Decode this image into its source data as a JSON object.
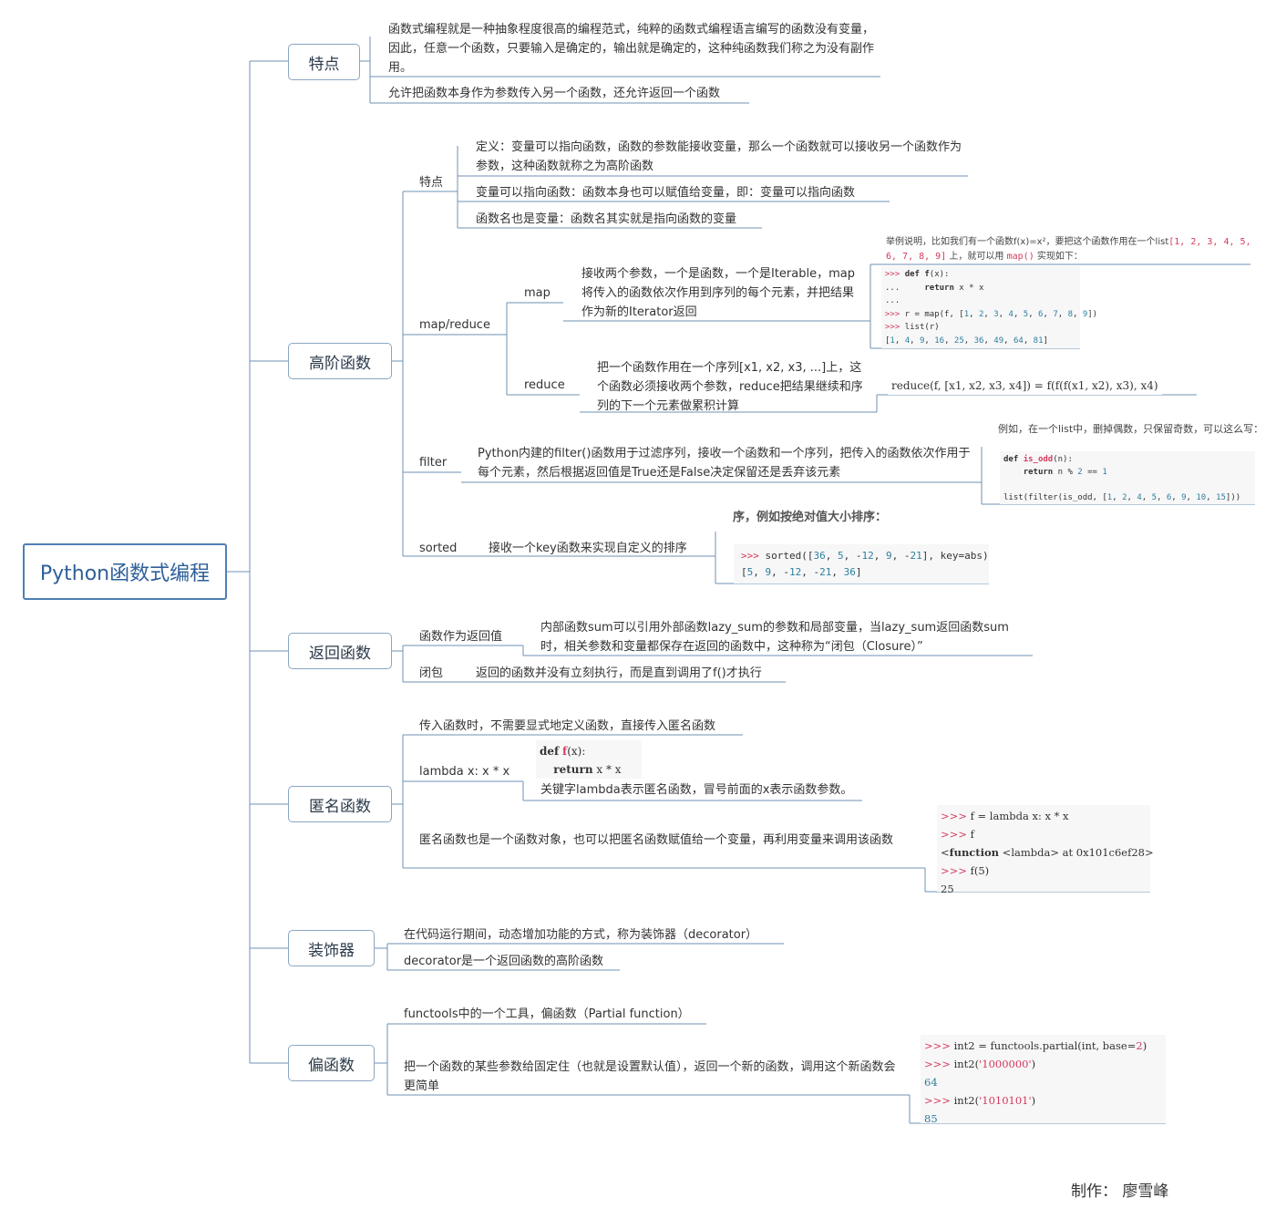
{
  "root": {
    "label": "Python函数式编程"
  },
  "tezheng": {
    "label": "特点",
    "items": [
      "函数式编程就是一种抽象程度很高的编程范式，纯粹的函数式编程语言编写的函数没有变量，因此，任意一个函数，只要输入是确定的，输出就是确定的，这种纯函数我们称之为没有副作用。",
      "允许把函数本身作为参数传入另一个函数，还允许返回一个函数"
    ]
  },
  "gaojie": {
    "label": "高阶函数",
    "tezheng": {
      "label": "特点",
      "items": [
        "定义：变量可以指向函数，函数的参数能接收变量，那么一个函数就可以接收另一个函数作为参数，这种函数就称之为高阶函数",
        "变量可以指向函数：函数本身也可以赋值给变量，即：变量可以指向函数",
        "函数名也是变量：函数名其实就是指向函数的变量"
      ]
    },
    "mapreduce": {
      "label": "map/reduce",
      "map": {
        "label": "map",
        "desc": "接收两个参数，一个是函数，一个是Iterable，map将传入的函数依次作用到序列的每个元素，并把结果作为新的Iterator返回",
        "note_line1": "举例说明，比如我们有一个函数f(x)=x²，要把这个函数作用在一个list",
        "note_list_a": "[1, 2, 3, 4, 5,",
        "note_list_b": "6, 7, 8, 9]",
        "note_line2": "上，就可以用",
        "note_map": "map()",
        "note_line3": "实现如下：",
        "code": [
          ">>> def f(x):",
          "...     return x * x",
          "...",
          ">>> r = map(f, [1, 2, 3, 4, 5, 6, 7, 8, 9])",
          ">>> list(r)",
          "[1, 4, 9, 16, 25, 36, 49, 64, 81]"
        ]
      },
      "reduce": {
        "label": "reduce",
        "desc": "把一个函数作用在一个序列[x1, x2, x3, ...]上，这个函数必须接收两个参数，reduce把结果继续和序列的下一个元素做累积计算",
        "code": "reduce(f, [x1, x2, x3, x4]) = f(f(f(x1, x2), x3), x4)"
      }
    },
    "filter": {
      "label": "filter",
      "desc": "Python内建的filter()函数用于过滤序列，接收一个函数和一个序列，把传入的函数依次作用于每个元素，然后根据返回值是True还是False决定保留还是丢弃该元素",
      "note": "例如，在一个list中，删掉偶数，只保留奇数，可以这么写：",
      "code": [
        "def is_odd(n):",
        "    return n % 2 == 1",
        "",
        "list(filter(is_odd, [1, 2, 4, 5, 6, 9, 10, 15]))"
      ]
    },
    "sorted": {
      "label": "sorted",
      "desc": "接收一个key函数来实现自定义的排序",
      "note": "序，例如按绝对值大小排序：",
      "code": [
        ">>> sorted([36, 5, -12, 9, -21], key=abs)",
        "[5, 9, -12, -21, 36]"
      ]
    }
  },
  "fanhui": {
    "label": "返回函数",
    "items": [
      {
        "label": "函数作为返回值",
        "desc": "内部函数sum可以引用外部函数lazy_sum的参数和局部变量，当lazy_sum返回函数sum时，相关参数和变量都保存在返回的函数中，这种称为“闭包（Closure）”"
      },
      {
        "label": "闭包",
        "desc": "返回的函数并没有立刻执行，而是直到调用了f()才执行"
      }
    ]
  },
  "niming": {
    "label": "匿名函数",
    "item1": "传入函数时，不需要显式地定义函数，直接传入匿名函数",
    "lambda": {
      "label": "lambda x: x * x",
      "code": [
        "def f(x):",
        "    return x * x"
      ],
      "desc": "关键字lambda表示匿名函数，冒号前面的x表示函数参数。"
    },
    "item3": "匿名函数也是一个函数对象，也可以把匿名函数赋值给一个变量，再利用变量来调用该函数",
    "code": [
      ">>> f = lambda x: x * x",
      ">>> f",
      "<function <lambda> at 0x101c6ef28>",
      ">>> f(5)",
      "25"
    ]
  },
  "zhuangshi": {
    "label": "装饰器",
    "items": [
      "在代码运行期间，动态增加功能的方式，称为装饰器（decorator）",
      "decorator是一个返回函数的高阶函数"
    ]
  },
  "pian": {
    "label": "偏函数",
    "items": [
      "functools中的一个工具，偏函数（Partial function）",
      "把一个函数的某些参数给固定住（也就是设置默认值），返回一个新的函数，调用这个新函数会更简单"
    ],
    "code": [
      ">>> int2 = functools.partial(int, base=2)",
      ">>> int2('1000000')",
      "64",
      ">>> int2('1010101')",
      "85"
    ]
  },
  "credit": "制作：  廖雪峰",
  "colors": {
    "line": "#6f92b3",
    "root_border": "#4f7fb5",
    "box_border": "#8aa6c1",
    "prompt": "#d33a5a"
  }
}
